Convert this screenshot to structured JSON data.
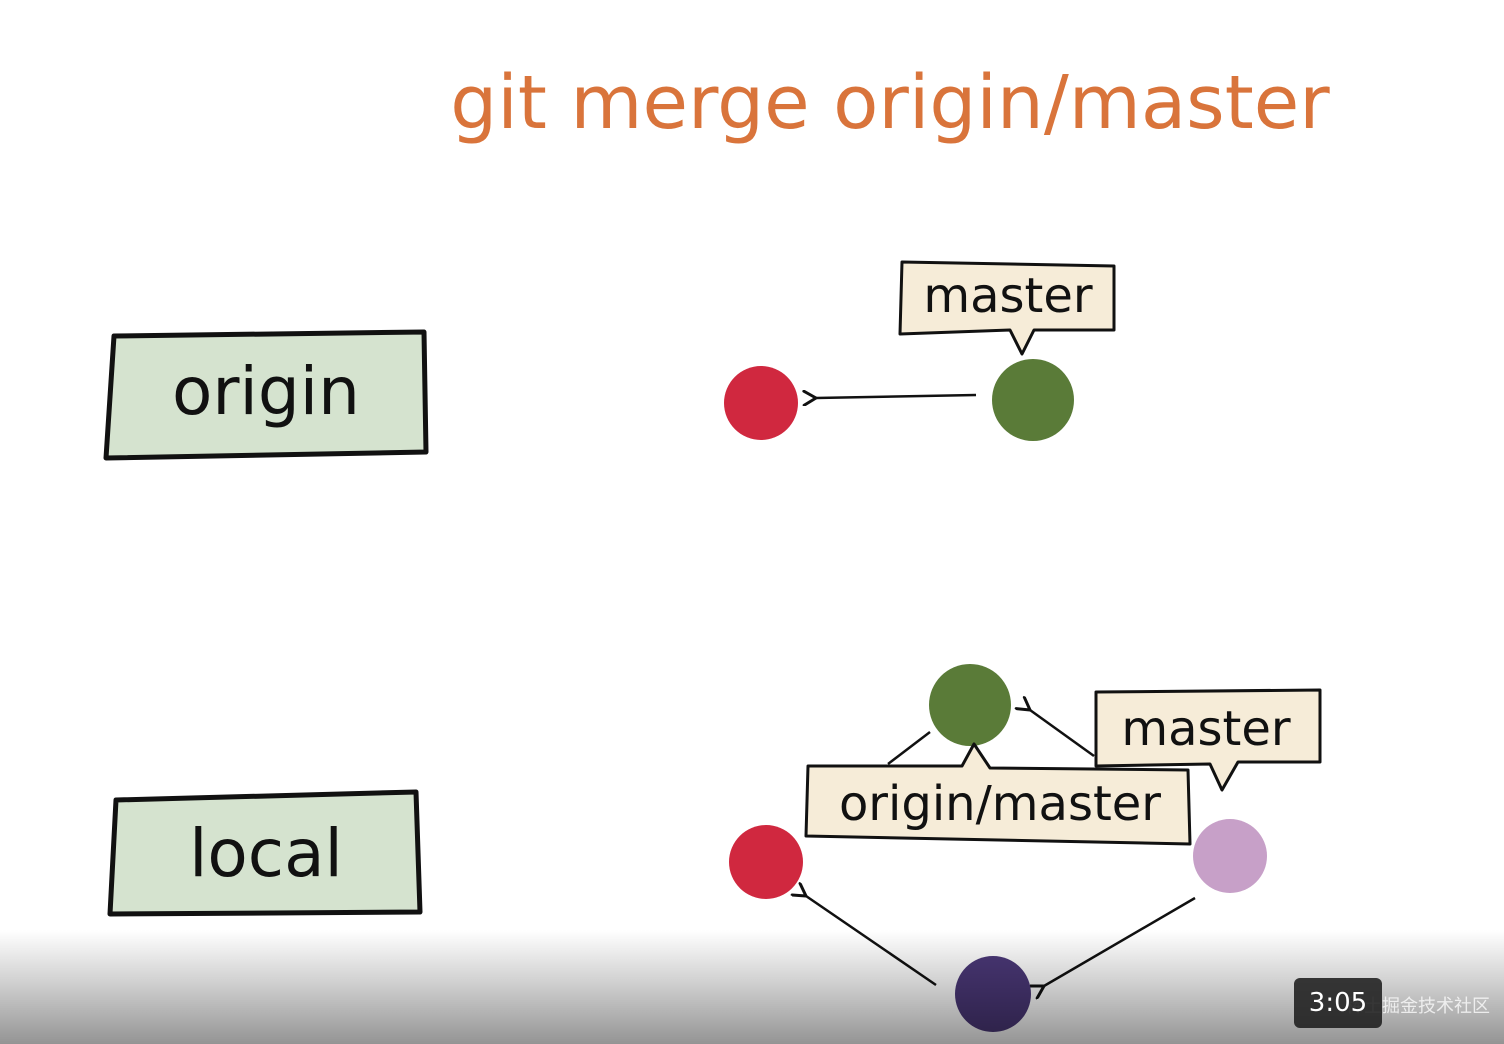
{
  "title": "git merge origin/master",
  "colors": {
    "title": "#d9743b",
    "repo_box_fill": "#d5e3cf",
    "tag_fill": "#f6ecd8",
    "commit_red": "#d0283f",
    "commit_green": "#5a7b38",
    "commit_pink": "#c7a0c8",
    "commit_purple": "#4b3878"
  },
  "origin_repo": {
    "label": "origin",
    "branch_tag": "master",
    "commits": [
      "red",
      "green"
    ]
  },
  "local_repo": {
    "label": "local",
    "branch_tags": [
      "origin/master",
      "master"
    ],
    "commits": [
      "red",
      "green",
      "purple",
      "pink"
    ]
  },
  "player": {
    "time": "3:05",
    "watermark": "稀土掘金技术社区"
  }
}
